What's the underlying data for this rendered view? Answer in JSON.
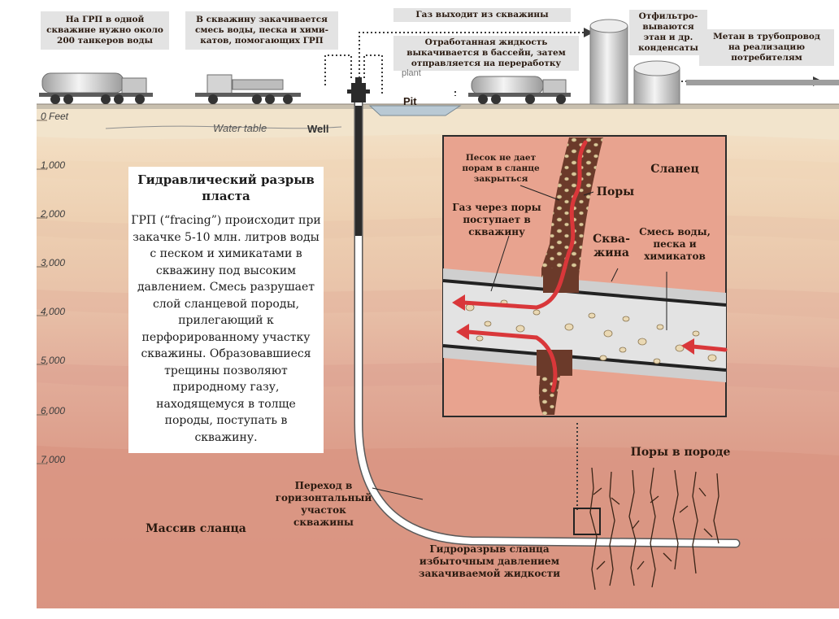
{
  "diagram": {
    "labels": {
      "tankers": "На ГРП в одной\nскважине нужно около\n200 танкеров воды",
      "injection": "В скважину закачивается\nсмесь воды, песка и хими-\nкатов, помогающих ГРП",
      "gas_out": "Газ выходит из скважины",
      "waste": "Отработанная жидкость\nвыкачивается в бассейн, затем\nотправляется на переработку",
      "filter": "Отфильтро-\nвываются\nэтан и др.\nконденсаты",
      "pipeline": "Метан в трубопровод\nна реализацию\nпотребителям",
      "plant": "plant",
      "pit": "Pit",
      "water_table": "Water table",
      "well": "Well",
      "transition": "Переход в\nгоризонтальный\nучасток\nскважины",
      "shale_massif": "Массив сланца",
      "fracture": "Гидроразрыв сланца\nизбыточным давлением\nзакачиваемой жидкости",
      "pores_in_rock": "Поры в породе"
    },
    "inset": {
      "sand": "Песок не дает\nпорам в сланце\nзакрыться",
      "shale": "Сланец",
      "pores": "Поры",
      "gas_through": "Газ через поры\nпоступает в\nскважину",
      "wellbore": "Сква-\nжина",
      "mix": "Смесь воды,\nпеска и\nхимикатов"
    },
    "depths": [
      "0 Feet",
      "1,000",
      "2,000",
      "3,000",
      "4,000",
      "5,000",
      "6,000",
      "7,000"
    ],
    "info": {
      "title": "Гидравлический разрыв\nпласта",
      "body": "ГРП (“fracing”) происходит при\nзакачке 5-10 млн. литров воды\nс песком и химикатами в\nскважину под высоким\nдавлением. Смесь разрушает\nслой сланцевой породы,\nприлегающий к\nперфорированному участку\nскважины. Образовавшиеся\nтрещины позволяют\nприродному газу,\nнаходящемуся в толще\nпороды, поступать в\nскважину."
    },
    "colors": {
      "sky": "#ffffff",
      "ground_light": "#f0e2c8",
      "layer_1": "#f2dcc0",
      "layer_2": "#ebcdb0",
      "layer_3": "#e6bda6",
      "layer_4": "#dfa695",
      "shale": "#d89786",
      "inset_bg": "#e8a38f",
      "pore_channel": "#6b3a2a",
      "gas_arrow": "#d9373a",
      "pipe": "#ffffff"
    }
  }
}
